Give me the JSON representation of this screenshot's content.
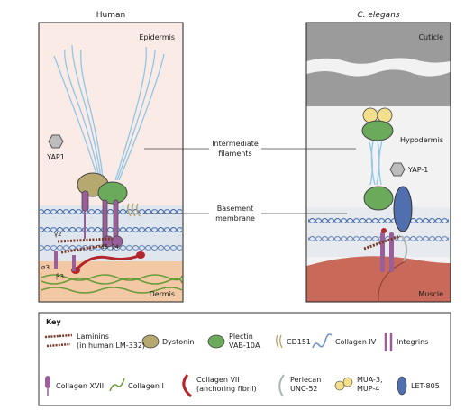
{
  "panels": {
    "human_title": "Human",
    "elegans_title": "C. elegans",
    "epidermis": "Epidermis",
    "dermis": "Dermis",
    "cuticle": "Cuticle",
    "hypodermis": "Hypodermis",
    "muscle": "Muscle",
    "yap1_human": "YAP1",
    "yap1_elegans": "YAP-1",
    "alpha6": "α6",
    "beta4": "β4",
    "gamma2": "γ2",
    "alpha3": "α3",
    "beta3": "β3"
  },
  "callouts": {
    "if_line1": "Intermediate",
    "if_line2": "filaments",
    "bm_line1": "Basement",
    "bm_line2": "membrane"
  },
  "key": {
    "title": "Key",
    "items": [
      {
        "line1": "Laminins",
        "line2": "(in human LM-332)"
      },
      {
        "line1": "Dystonin",
        "line2": ""
      },
      {
        "line1": "Plectin",
        "line2": "VAB-10A"
      },
      {
        "line1": "CD151",
        "line2": ""
      },
      {
        "line1": "Collagen IV",
        "line2": ""
      },
      {
        "line1": "Integrins",
        "line2": ""
      },
      {
        "line1": "Collagen XVII",
        "line2": ""
      },
      {
        "line1": "Collagen I",
        "line2": ""
      },
      {
        "line1": "Collagen VII",
        "line2": "(anchoring fibril)"
      },
      {
        "line1": "Perlecan",
        "line2": "UNC-52"
      },
      {
        "line1": "MUA-3,",
        "line2": "MUP-4"
      },
      {
        "line1": "LET-805",
        "line2": ""
      }
    ]
  },
  "colors": {
    "epidermis": "#fbebe7",
    "dermis": "#f2c9a4",
    "cuticle": "#9b9b9b",
    "hypodermis": "#f2f2f2",
    "muscle": "#c8695a",
    "dystonin": "#b7a870",
    "plectin": "#6aaa5a",
    "integrin": "#9a5f9a",
    "collagenVII": "#b3262c",
    "laminin": "#7a3a2a",
    "let805": "#4f6fae",
    "mua": "#f4df8a",
    "collagenIV": "#6b8fc4",
    "filament": "#8fc6e6"
  }
}
